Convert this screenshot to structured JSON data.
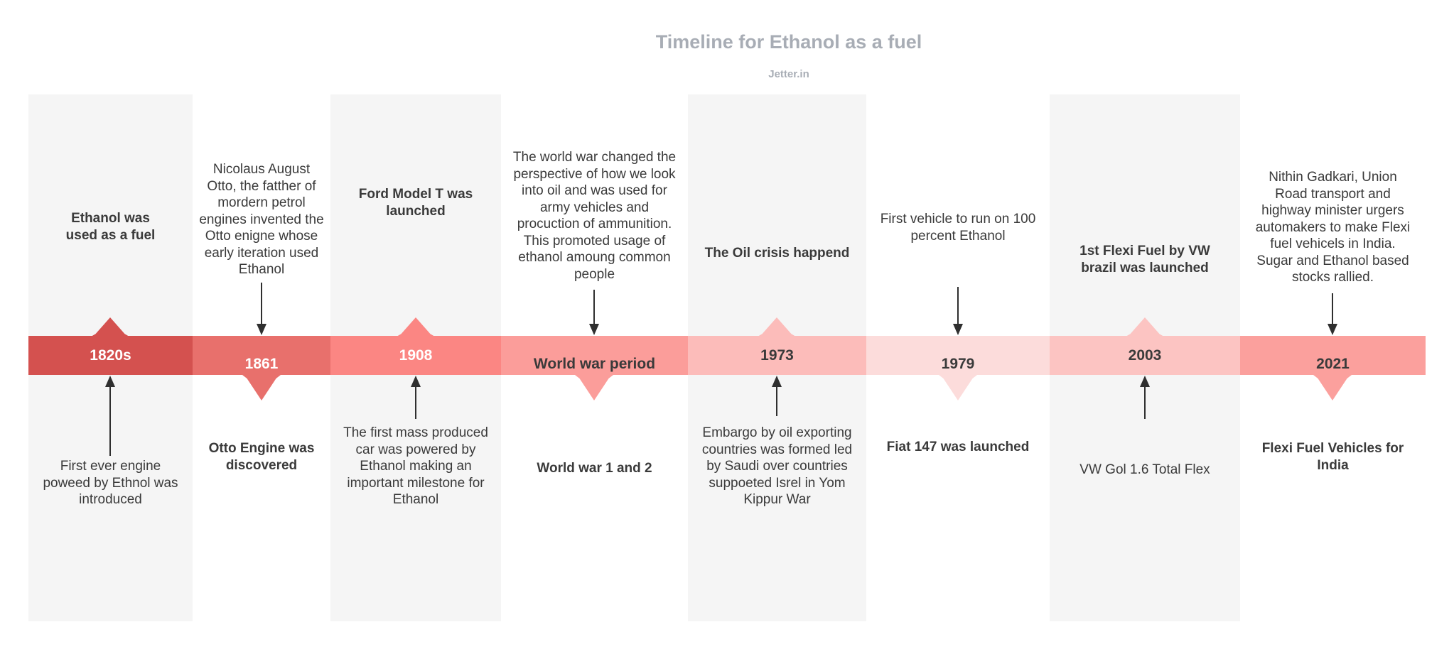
{
  "header": {
    "title": "Timeline for Ethanol as a fuel",
    "subtitle": "Jetter.in"
  },
  "colors": {
    "header_text": "#a8adb5",
    "panel_gray": "#f5f5f5",
    "body_text": "#3a3a3a",
    "arrow": "#2f2f2f"
  },
  "events": [
    {
      "year": "1820s",
      "direction": "up",
      "bar_color": "#d4514f",
      "year_color": "#ffffff",
      "title": "Ethanol was\nused as a fuel",
      "description": "First ever engine\npoweed by Ethnol was\nintroduced"
    },
    {
      "year": "1861",
      "direction": "down",
      "bar_color": "#e8706c",
      "year_color": "#ffffff",
      "title": "Otto Engine was\ndiscovered",
      "description": "Nicolaus August\nOtto, the fatther of\nmordern petrol\nengines invented the\nOtto enigne whose\nearly iteration used\nEthanol"
    },
    {
      "year": "1908",
      "direction": "up",
      "bar_color": "#fb8683",
      "year_color": "#ffffff",
      "title": "Ford Model T was\nlaunched",
      "description": "The first mass produced\ncar was powered by\nEthanol making an\nimportant milestone for\nEthanol"
    },
    {
      "year": "World war period",
      "direction": "down",
      "bar_color": "#fb9d9a",
      "year_color": "#3a3a3a",
      "title": "World war 1 and 2",
      "description": "The world war changed the\nperspective of how we look\ninto oil and was used for\narmy vehicles and\nprocuction of ammunition.\nThis promoted usage of\nethanol amoung common\npeople"
    },
    {
      "year": "1973",
      "direction": "up",
      "bar_color": "#fcbcba",
      "year_color": "#3a3a3a",
      "title": "The Oil crisis happend",
      "description": "Embargo by oil exporting\ncountries was formed led\nby Saudi over countries\nsuppoeted Isrel in Yom\nKippur War"
    },
    {
      "year": "1979",
      "direction": "down",
      "bar_color": "#fcdcdb",
      "year_color": "#3a3a3a",
      "title": "Fiat 147 was launched",
      "description": "First vehicle to run on 100\npercent Ethanol"
    },
    {
      "year": "2003",
      "direction": "up",
      "bar_color": "#fcc4c2",
      "year_color": "#3a3a3a",
      "title": "1st Flexi Fuel by VW\nbrazil was launched",
      "description": "VW Gol 1.6 Total Flex"
    },
    {
      "year": "2021",
      "direction": "down",
      "bar_color": "#fba09d",
      "year_color": "#3a3a3a",
      "title": "Flexi Fuel Vehicles for\nIndia",
      "description": "Nithin Gadkari, Union\nRoad transport and\nhighway minister urgers\nautomakers to make Flexi\nfuel vehicels in India.\nSugar and Ethanol based\nstocks rallied."
    }
  ]
}
